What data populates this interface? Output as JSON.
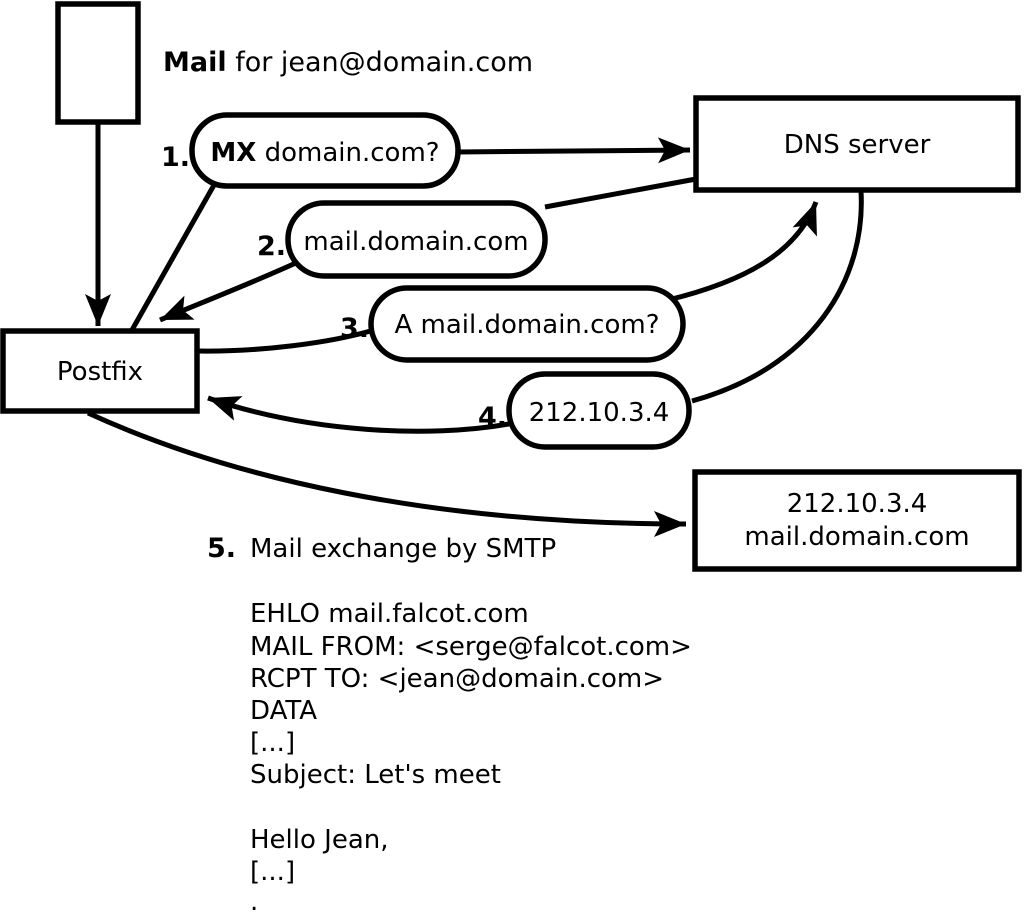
{
  "colors": {
    "stroke": "#000000",
    "background": "#ffffff"
  },
  "title": {
    "bold": "Mail",
    "text": " for jean@domain.com"
  },
  "nodes": {
    "postfix": {
      "label": "Postfix"
    },
    "dns_server": {
      "label": "DNS server"
    },
    "mail_server": {
      "line1": "212.10.3.4",
      "line2": "mail.domain.com"
    }
  },
  "steps": [
    {
      "number": "1.",
      "bold": "MX",
      "text": " domain.com?"
    },
    {
      "number": "2.",
      "bold": "",
      "text": "mail.domain.com"
    },
    {
      "number": "3.",
      "bold": "",
      "text": "A mail.domain.com?"
    },
    {
      "number": "4.",
      "bold": "",
      "text": "212.10.3.4"
    },
    {
      "number": "5.",
      "bold": "",
      "text": "Mail exchange by SMTP"
    }
  ],
  "smtp_session": {
    "lines": [
      "EHLO mail.falcot.com",
      "MAIL FROM: <serge@falcot.com>",
      "RCPT TO: <jean@domain.com>",
      "DATA",
      "[...]",
      "Subject: Let's meet",
      "",
      "Hello Jean,",
      "[...]",
      "."
    ]
  }
}
